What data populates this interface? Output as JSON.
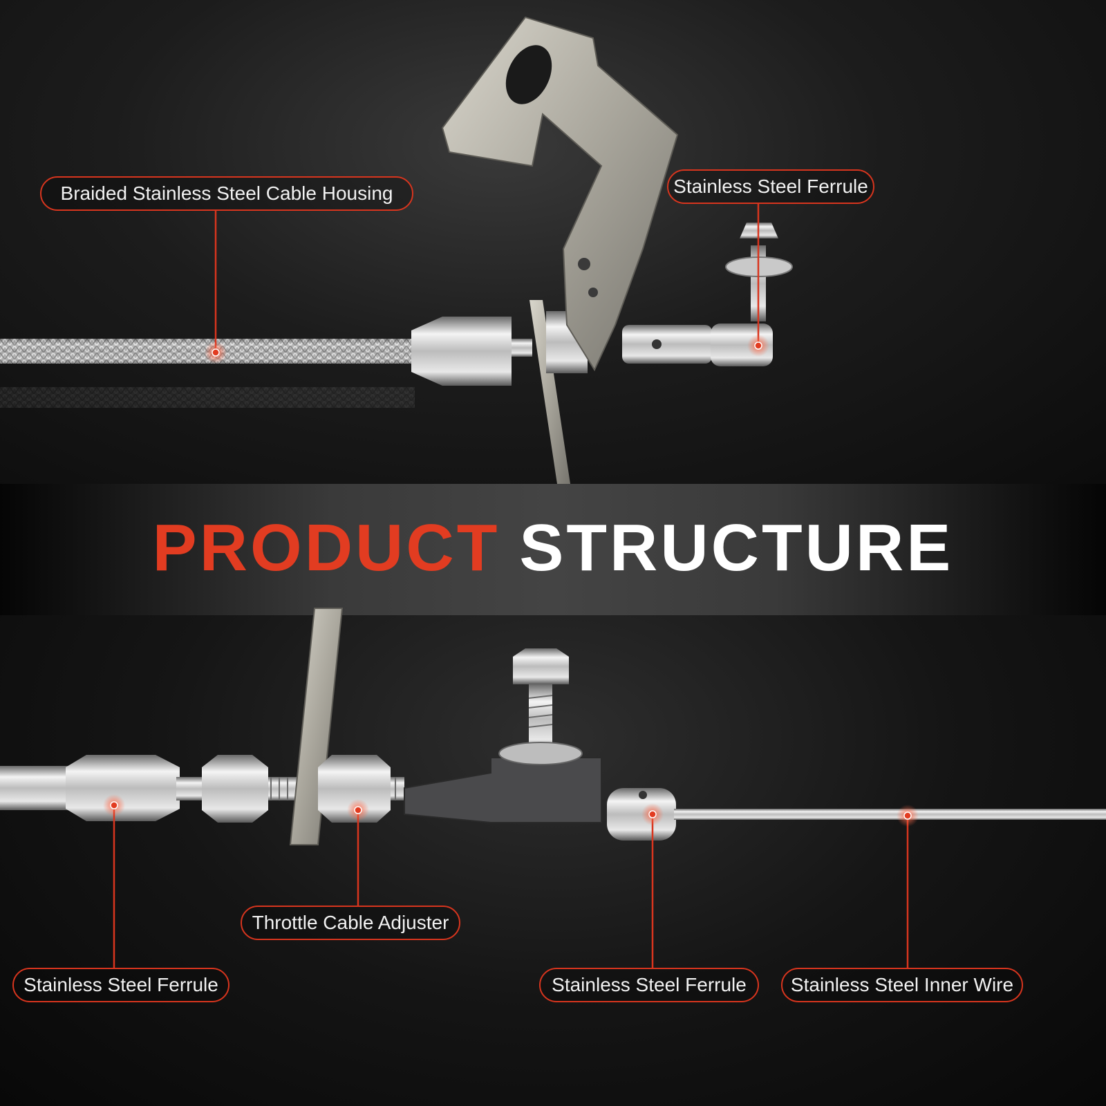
{
  "title": {
    "word1": "PRODUCT",
    "word2": "STRUCTURE"
  },
  "colors": {
    "accent": "#e23c21",
    "title_secondary": "#ffffff",
    "background": "#0e0e0e"
  },
  "callouts": {
    "top_housing": "Braided Stainless Steel Cable Housing",
    "top_ferrule": "Stainless Steel Ferrule",
    "bottom_ferrule_left": "Stainless Steel Ferrule",
    "bottom_adjuster": "Throttle Cable Adjuster",
    "bottom_ferrule_right": "Stainless Steel Ferrule",
    "bottom_inner_wire": "Stainless Steel Inner Wire"
  }
}
